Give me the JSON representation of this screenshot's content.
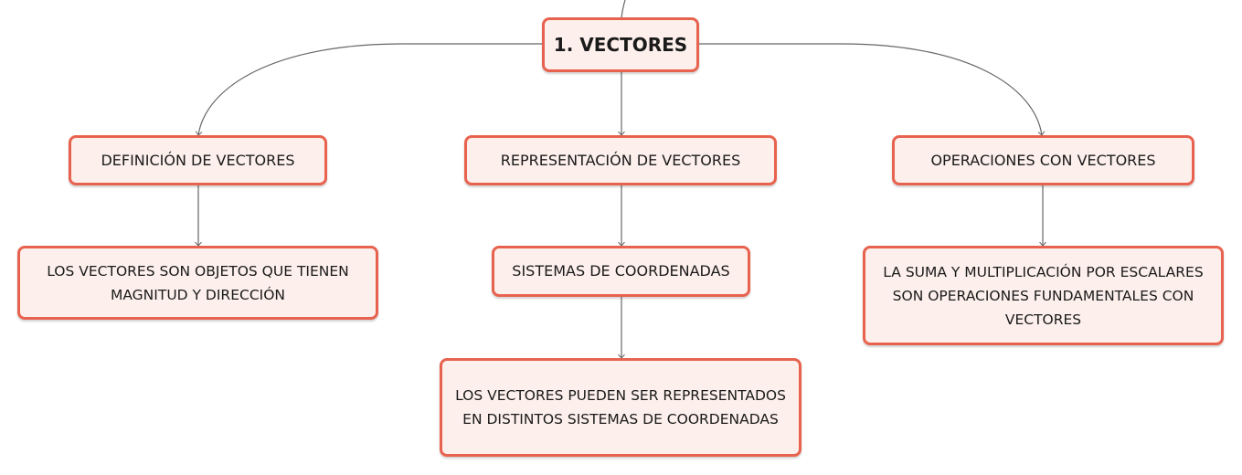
{
  "colors": {
    "node_border": "#e8634f",
    "node_fill": "#fdf0ec",
    "connector": "#666666"
  },
  "mindmap": {
    "root": {
      "label": "1. VECTORES"
    },
    "branches": [
      {
        "label": "DEFINICIÓN DE VECTORES",
        "children": [
          {
            "label": "LOS VECTORES SON OBJETOS QUE TIENEN MAGNITUD Y DIRECCIÓN"
          }
        ]
      },
      {
        "label": "REPRESENTACIÓN DE VECTORES",
        "children": [
          {
            "label": "SISTEMAS DE COORDENADAS",
            "children": [
              {
                "label": "LOS VECTORES PUEDEN SER REPRESENTADOS EN DISTINTOS SISTEMAS DE COORDENADAS"
              }
            ]
          }
        ]
      },
      {
        "label": "OPERACIONES CON VECTORES",
        "children": [
          {
            "label": "LA SUMA Y MULTIPLICACIÓN POR ESCALARES SON OPERACIONES FUNDAMENTALES CON VECTORES"
          }
        ]
      }
    ]
  }
}
